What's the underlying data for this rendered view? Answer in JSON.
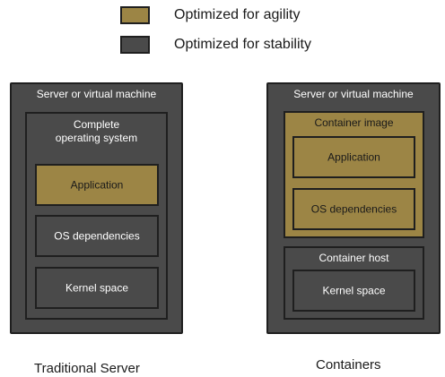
{
  "legend": {
    "items": [
      {
        "label": "Optimized for agility",
        "color": "#9c8545"
      },
      {
        "label": "Optimized for stability",
        "color": "#4a4a4a"
      }
    ]
  },
  "traditional": {
    "outer_label": "Server or virtual machine",
    "os_label": "Complete\noperating system",
    "application": "Application",
    "os_dependencies": "OS dependencies",
    "kernel_space": "Kernel space",
    "caption": "Traditional Server"
  },
  "containers": {
    "outer_label": "Server or virtual machine",
    "image_label": "Container image",
    "application": "Application",
    "os_dependencies": "OS dependencies",
    "host_label": "Container host",
    "kernel_space": "Kernel space",
    "caption": "Containers"
  }
}
